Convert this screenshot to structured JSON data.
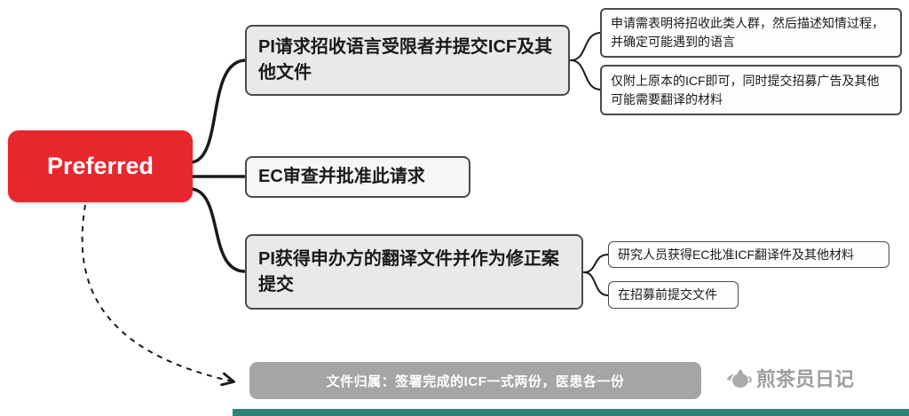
{
  "diagram": {
    "root": {
      "label": "Preferred"
    },
    "branches": [
      {
        "label": "PI请求招收语言受限者并提交ICF及其他文件",
        "notes": [
          "申请需表明将招收此类人群，然后描述知情过程，并确定可能遇到的语言",
          "仅附上原本的ICF即可，同时提交招募广告及其他可能需要翻译的材料"
        ]
      },
      {
        "label": "EC审查并批准此请求",
        "notes": []
      },
      {
        "label": "PI获得申办方的翻译文件并作为修正案提交",
        "notes": [
          "研究人员获得EC批准ICF翻译件及其他材料",
          "在招募前提交文件"
        ]
      }
    ],
    "footer": {
      "label": "文件归属：签署完成的ICF一式两份，医患各一份"
    }
  },
  "watermark": {
    "text": "煎茶员日记",
    "icon": "teapot-icon"
  },
  "colors": {
    "accent-red": "#e8262d",
    "node-fill": "#e9e9e9",
    "node-border": "#4a4a4a",
    "footer-fill": "#a5a5a5",
    "bottom-bar": "#2e8376",
    "watermark-gray": "#9e9e9e"
  }
}
